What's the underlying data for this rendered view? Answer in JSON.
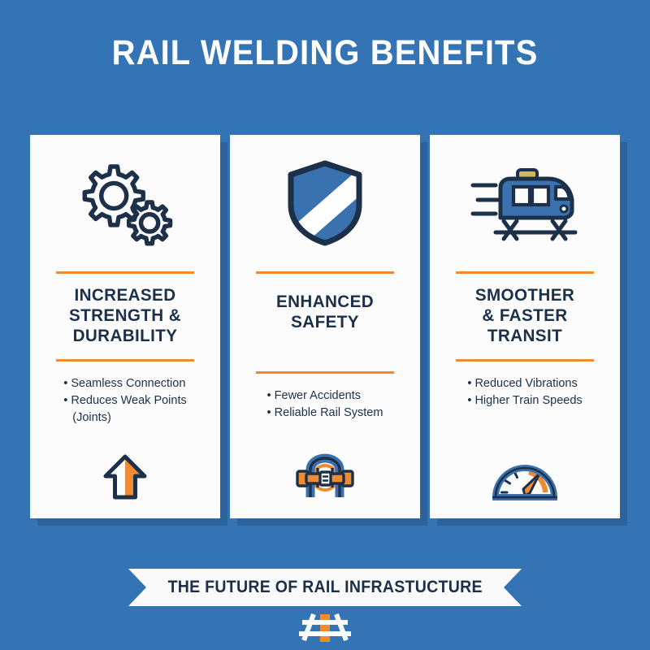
{
  "colors": {
    "background": "#3474B4",
    "card_bg": "#FCFCFC",
    "card_shadow": "#2C639C",
    "navy": "#1C3049",
    "orange": "#EF8B33",
    "blue_fill": "#3A72B0",
    "white": "#FFFFFF"
  },
  "header": {
    "title": "RAIL WELDING BENEFITS"
  },
  "cards": [
    {
      "top_icon": "gears-icon",
      "title": "INCREASED\nSTRENGTH &\nDURABILITY",
      "bullets": [
        "• Seamless Connection",
        "• Reduces Weak Points\n   (Joints)"
      ],
      "bottom_icon": "up-arrow-icon"
    },
    {
      "top_icon": "shield-icon",
      "title": "ENHANCED\nSAFETY",
      "bullets": [
        "• Fewer Accidents",
        "• Reliable Rail System"
      ],
      "bottom_icon": "safety-harness-icon"
    },
    {
      "top_icon": "train-icon",
      "title": "SMOOTHER\n& FASTER\nTRANSIT",
      "bullets": [
        "• Reduced Vibrations",
        "• Higher Train Speeds"
      ],
      "bottom_icon": "speedometer-icon"
    }
  ],
  "footer": {
    "banner_text": "THE FUTURE OF RAIL INFRASTUCTURE",
    "track_icon": "railroad-track-icon"
  }
}
